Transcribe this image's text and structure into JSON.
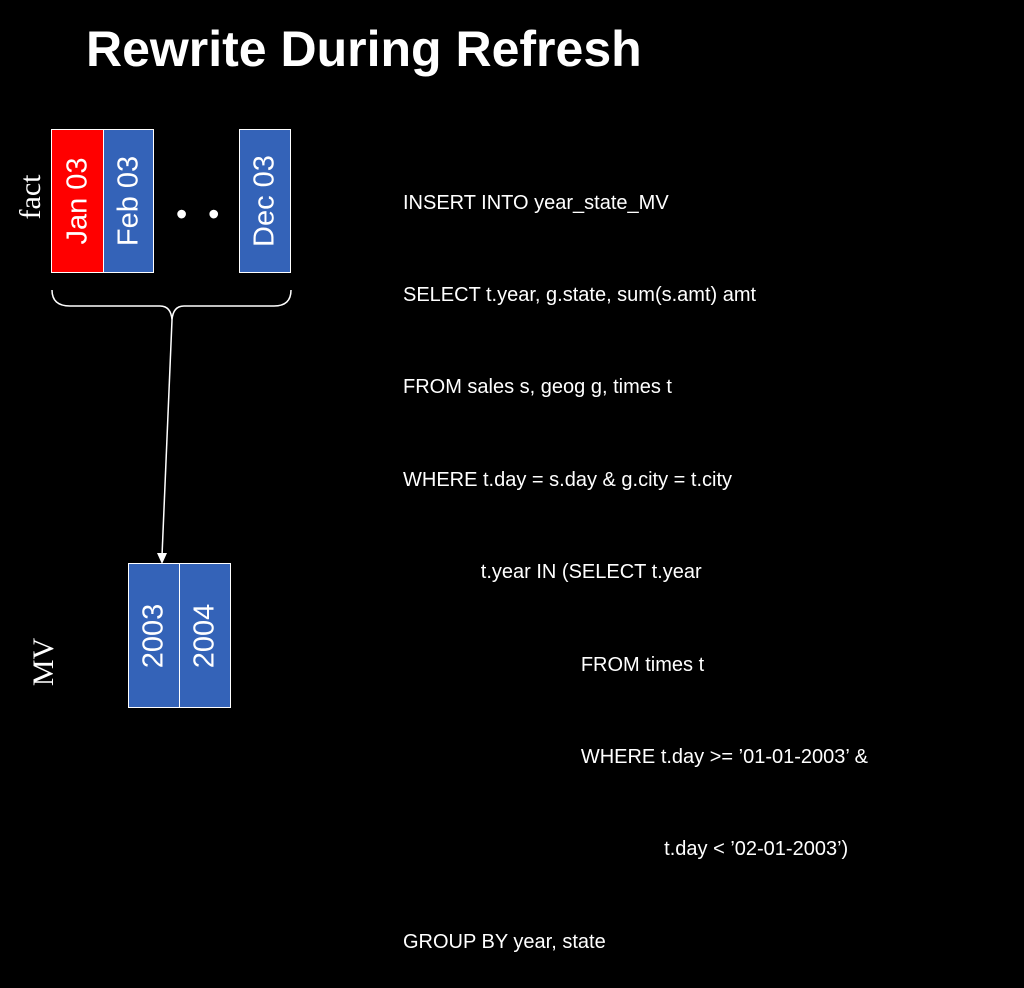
{
  "title": "Rewrite During Refresh",
  "labels": {
    "fact": "fact",
    "mv": "MV"
  },
  "fact_partitions": [
    "Jan 03",
    "Feb 03",
    "Dec 03"
  ],
  "ellipsis": "• • •",
  "mv_partitions": [
    "2003",
    "2004"
  ],
  "colors": {
    "highlight": "#ff0000",
    "partition": "#3463b8",
    "background": "#000000"
  },
  "sql": [
    "INSERT INTO year_state_MV",
    "SELECT t.year, g.state, sum(s.amt) amt",
    "FROM sales s, geog g, times t",
    "WHERE t.day = s.day & g.city = t.city",
    "              t.year IN (SELECT t.year",
    "                                FROM times t",
    "                                WHERE t.day >= ’01-01-2003’ &",
    "                                               t.day < ’02-01-2003’)",
    "GROUP BY year, state"
  ]
}
